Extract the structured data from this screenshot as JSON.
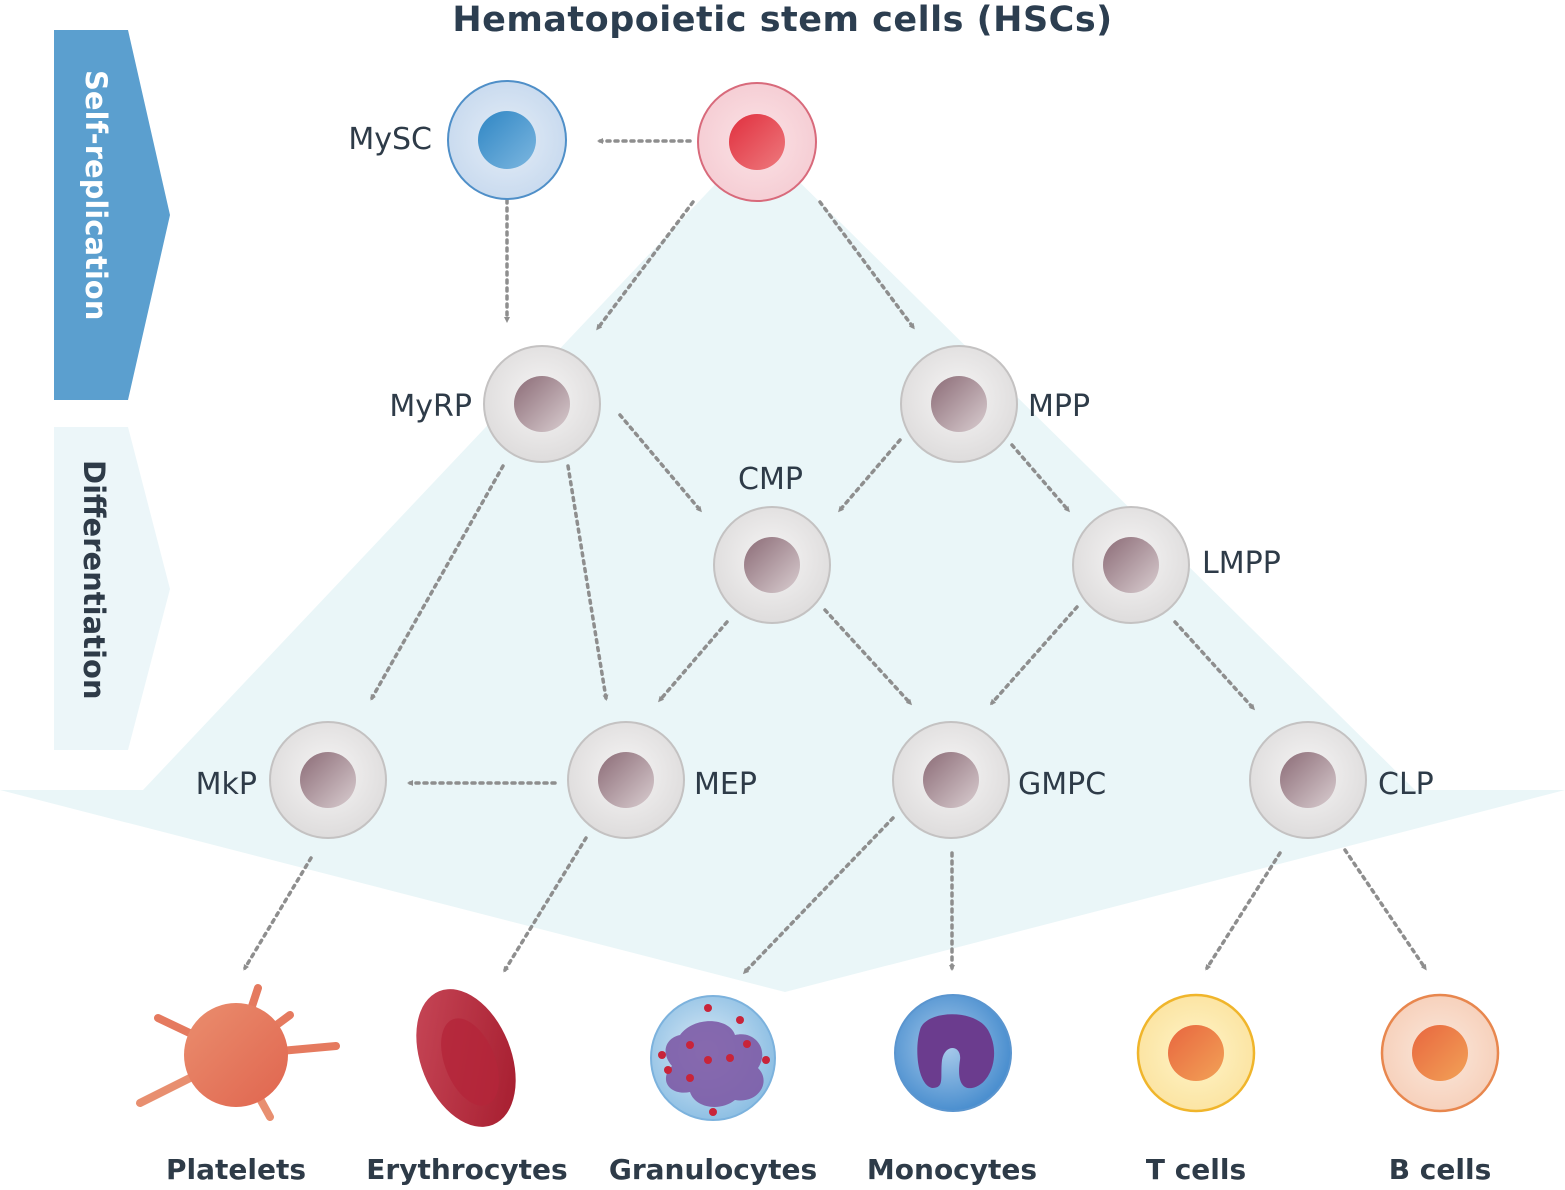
{
  "title": "Hematopoietic stem cells (HSCs)",
  "stages": {
    "self_replication": "Self-replication",
    "differentiation": "Differentiation"
  },
  "nodes": {
    "hsc": "",
    "mysc": "MySC",
    "myrp": "MyRP",
    "mpp": "MPP",
    "cmp": "CMP",
    "lmpp": "LMPP",
    "mkp": "MkP",
    "mep": "MEP",
    "gmpc": "GMPC",
    "clp": "CLP"
  },
  "outputs": {
    "platelets": "Platelets",
    "erythrocytes": "Erythrocytes",
    "granulocytes": "Granulocytes",
    "monocytes": "Monocytes",
    "t_cells": "T cells",
    "b_cells": "B cells"
  },
  "colors": {
    "stage_self_replication": "#5b9fcf",
    "stage_differentiation": "#ecf6f9",
    "background_fan": "#eaf6f8",
    "hsc": "#e8455a",
    "mysc": "#3a8cc6",
    "progenitor": "#e6e4e4",
    "arrow": "#8e8e8e",
    "platelets": "#e57a5f",
    "erythrocytes": "#b02c3c",
    "granulocytes": "#7a5a9e",
    "monocytes": "#6b3c8e",
    "t_cells": "#f4c03e",
    "b_cells": "#e8793d"
  }
}
